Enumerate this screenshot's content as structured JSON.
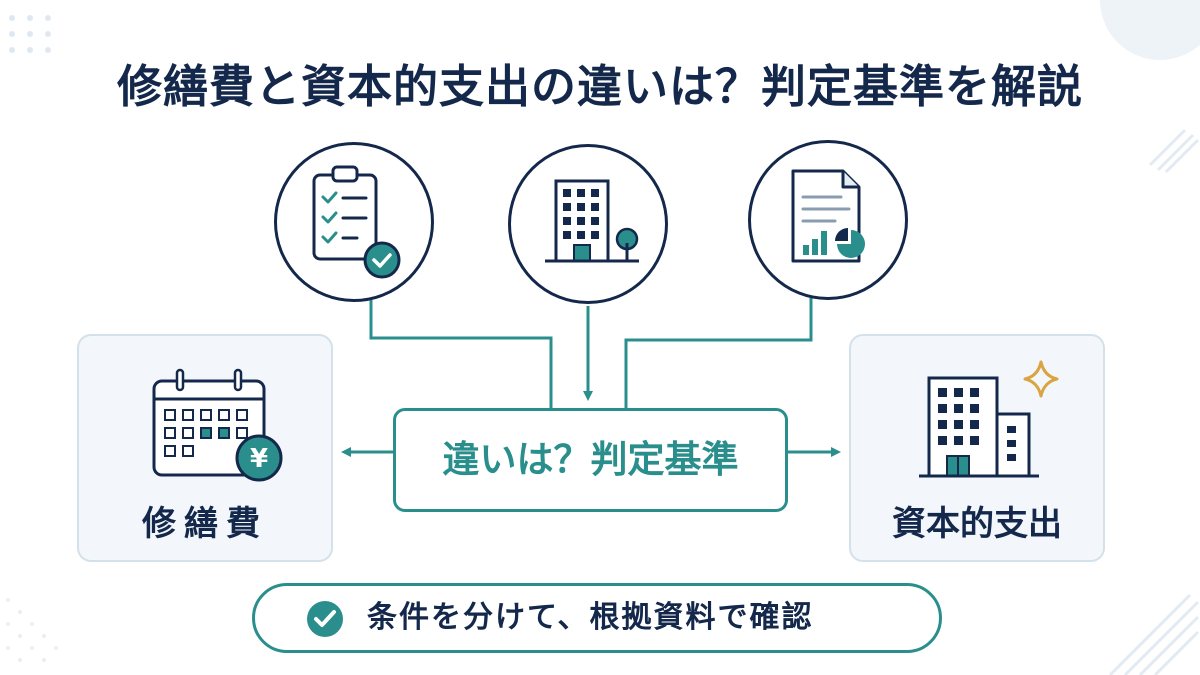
{
  "title": "修繕費と資本的支出の違いは？判定基準を解説",
  "center_label": "違いは？判定基準",
  "left_card": {
    "label": "修繕費",
    "badge_symbol": "¥"
  },
  "right_card": {
    "label": "資本的支出"
  },
  "bottom_banner": {
    "text": "条件を分けて、根拠資料で確認"
  },
  "icons": {
    "top_left": "clipboard-checklist-icon",
    "top_center": "office-building-icon",
    "top_right": "document-chart-icon",
    "left_card": "calendar-yen-icon",
    "right_card": "building-sparkle-icon"
  },
  "colors": {
    "navy": "#14284b",
    "teal": "#2a8f8c",
    "card_bg": "#f3f7fb",
    "gold": "#d9a441"
  }
}
